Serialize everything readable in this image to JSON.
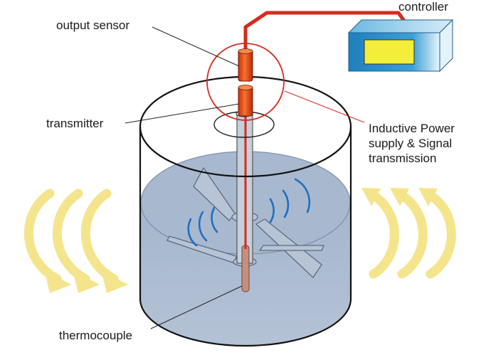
{
  "labels": {
    "controller": "controller",
    "output_sensor": "output sensor",
    "transmitter": "transmitter",
    "inductive_line1": "Inductive Power",
    "inductive_line2": "supply & Signal",
    "inductive_line3": "transmission",
    "thermocouple": "thermocouple"
  },
  "colors": {
    "wire": "#d62b1e",
    "controller_box": "#2a8fc8",
    "controller_screen": "#f2ee3a",
    "liquid": "#a9b9cf",
    "heat_arrow": "#f4e48c",
    "signal_wave": "#1e6fc0",
    "sensor": "#e8531f"
  },
  "icons": {
    "controller": "controller-box-icon",
    "heat": "heat-flow-arrow-icon",
    "signal": "wireless-signal-icon"
  }
}
